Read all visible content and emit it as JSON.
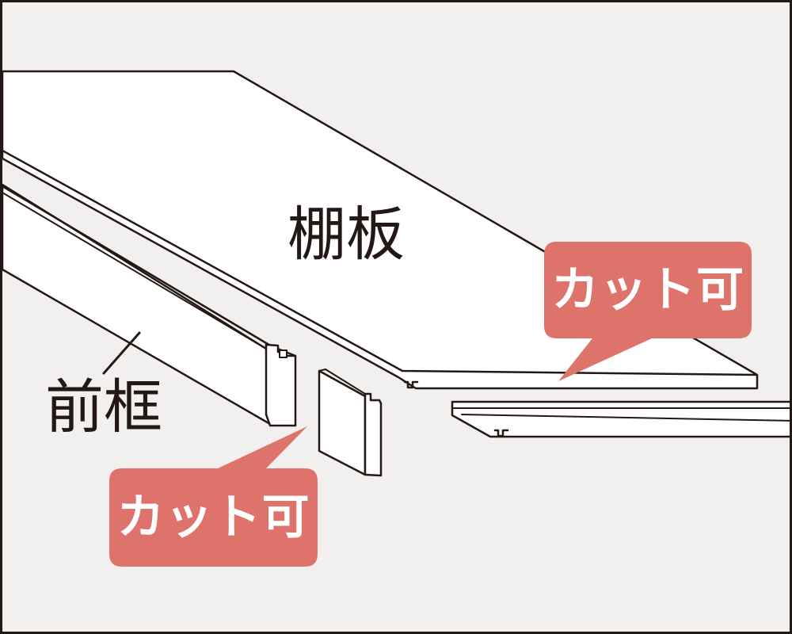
{
  "colors": {
    "background": "#f2f0ee",
    "line": "#231815",
    "panel": "#ffffff",
    "callout": "#dd736b",
    "callout_text": "#ffffff"
  },
  "labels": {
    "shelf_board": "棚板",
    "front_frame": "前框"
  },
  "callouts": [
    {
      "text": "カット可",
      "points_to": "shelf_board"
    },
    {
      "text": "カット可",
      "points_to": "front_frame"
    }
  ]
}
